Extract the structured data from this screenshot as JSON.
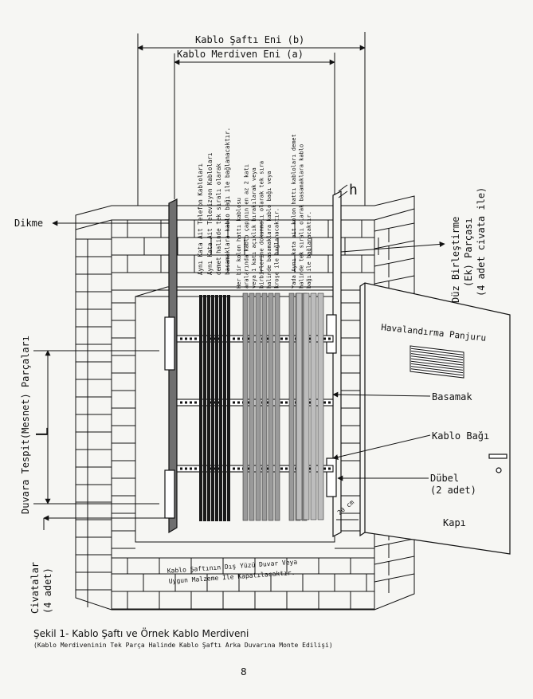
{
  "dimensions": {
    "shaft_width": "Kablo Şaftı Eni (b)",
    "ladder_width": "Kablo Merdiven Eni (a)",
    "spacing": "L",
    "height_marker": "h",
    "edge_distance": "20 cm"
  },
  "labels": {
    "dikme": "Dikme",
    "wall_brackets": "Duvara Tespit(Mesnet) Parçaları",
    "bolts_line1": "Civatalar",
    "bolts_line2": "(4 adet)",
    "joint_line1": "Düz Birleştirme",
    "joint_line2": "(Ek) Parçası",
    "joint_line3": "(4 adet civata ile)",
    "vent": "Havalandırma Panjuru",
    "rung": "Basamak",
    "cable_tie": "Kablo Bağı",
    "anchor_line1": "Dübel",
    "anchor_line2": "(2 adet)",
    "door": "Kapı"
  },
  "notes": {
    "phone": "Aynı Kata Ait Telefon Kabloları",
    "tv": [
      "Aynı Kata Ait Televizyon Kabloları",
      "demet halinde tek sıralı olarak",
      "basamaklara kablo bağı ile bağlanacaktır."
    ],
    "riser": [
      "Her bir kolon hattı kablosu",
      "aralarında kablo çapının en az 2 katı",
      "veya 1 katı açıklık bırakılarak veya",
      "birbirlerine dokunmalı olarak tek sıra",
      "halinde basamaklara kablo bağı veya",
      "kroşe ile bağlanacaktır."
    ],
    "same_floor": [
      "Yada Aynı kata ait kolon hattı kabloları demet",
      "halinde tek sıralı olarak basamaklara kablo",
      "bağı ile bağlanacaktır."
    ]
  },
  "front_note": [
    "Kablo Şaftının Dış Yüzü Duvar Veya",
    "Uygun Malzeme İle Kapatılacaktır."
  ],
  "caption": {
    "title": "Şekil 1- Kablo Şaftı ve Örnek Kablo Merdiveni",
    "subtitle": "(Kablo Merdiveninin Tek Parça Halinde Kablo Şaftı Arka Duvarına Monte Edilişi)"
  },
  "page_number": "8",
  "colors": {
    "ink": "#111111",
    "paper": "#f6f6f3",
    "gray_cable": "#9a9a9a",
    "dark_cable": "#1a1a1a"
  }
}
